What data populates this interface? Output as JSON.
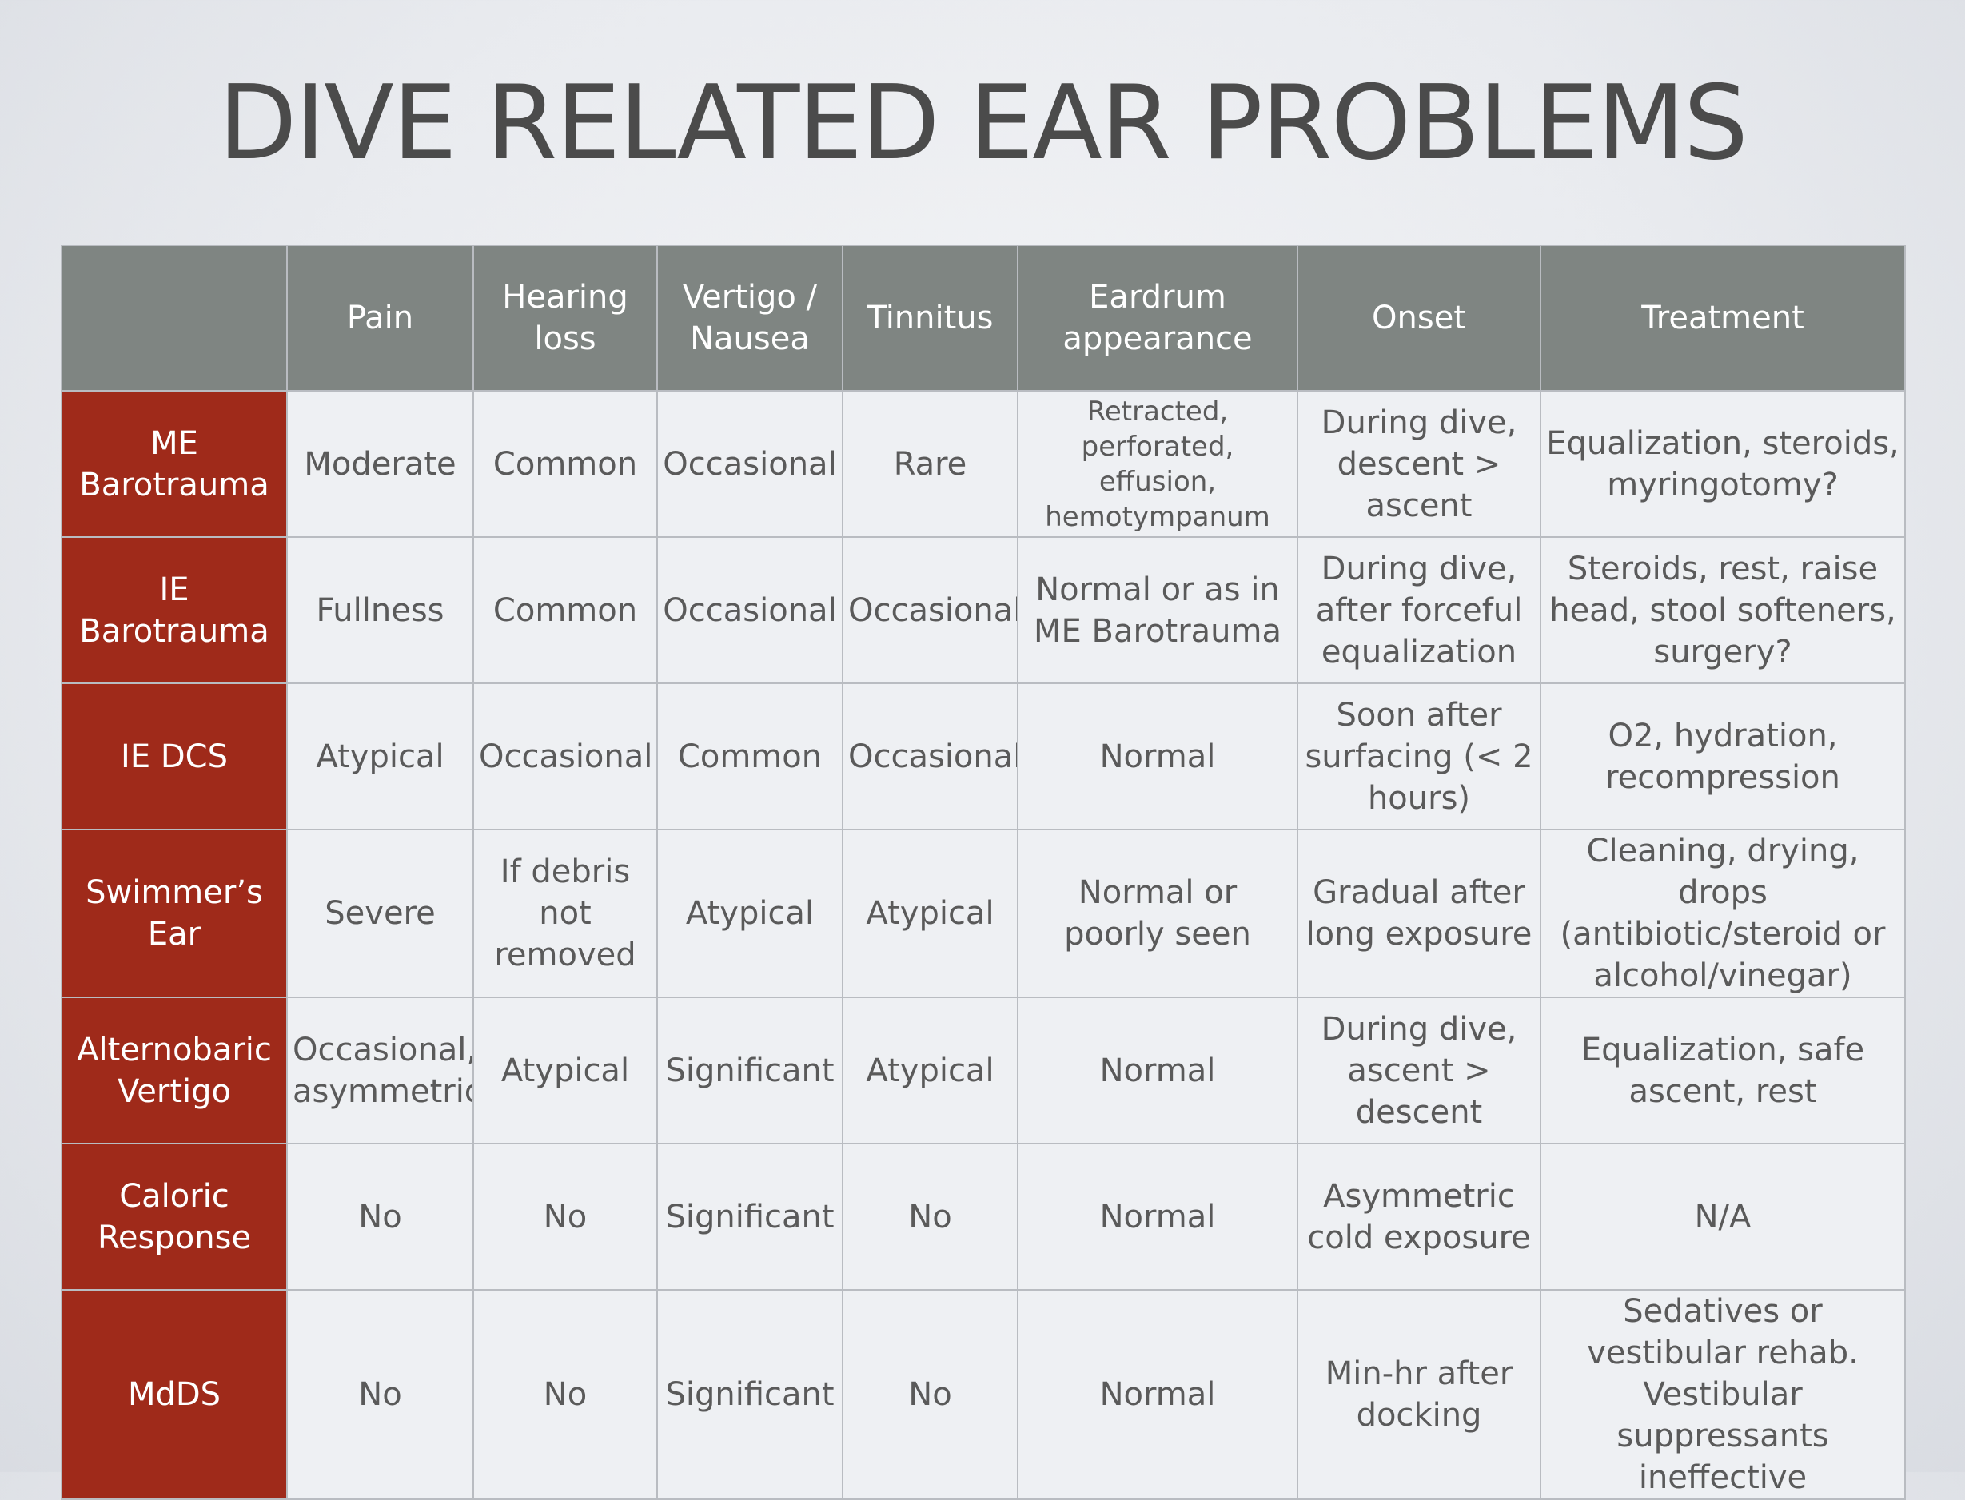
{
  "slide": {
    "title": "DIVE RELATED EAR PROBLEMS"
  },
  "table": {
    "corner": "",
    "columns": [
      "Pain",
      "Hearing loss",
      "Vertigo / Nausea",
      "Tinnitus",
      "Eardrum appearance",
      "Onset",
      "Treatment"
    ],
    "rows": [
      {
        "label": "ME Barotrauma",
        "cells": [
          "Moderate",
          "Common",
          "Occasional",
          "Rare",
          "Retracted, perforated, effusion, hemotympanum",
          "During dive, descent > ascent",
          "Equalization, steroids, myringotomy?"
        ]
      },
      {
        "label": "IE Barotrauma",
        "cells": [
          "Fullness",
          "Common",
          "Occasional",
          "Occasional",
          "Normal or as in ME Barotrauma",
          "During dive, after forceful equalization",
          "Steroids, rest, raise head, stool softeners, surgery?"
        ]
      },
      {
        "label": "IE DCS",
        "cells": [
          "Atypical",
          "Occasional",
          "Common",
          "Occasional",
          "Normal",
          "Soon after surfacing (< 2 hours)",
          "O2, hydration, recompression"
        ]
      },
      {
        "label": "Swimmer’s Ear",
        "cells": [
          "Severe",
          "If debris not removed",
          "Atypical",
          "Atypical",
          "Normal or poorly seen",
          "Gradual after long exposure",
          "Cleaning, drying, drops (antibiotic/steroid or alcohol/vinegar)"
        ]
      },
      {
        "label": "Alternobaric Vertigo",
        "cells": [
          "Occasional, asymmetric",
          "Atypical",
          "Significant",
          "Atypical",
          "Normal",
          "During dive, ascent > descent",
          "Equalization, safe ascent, rest"
        ]
      },
      {
        "label": "Caloric Response",
        "cells": [
          "No",
          "No",
          "Significant",
          "No",
          "Normal",
          "Asymmetric cold exposure",
          "N/A"
        ]
      },
      {
        "label": "MdDS",
        "cells": [
          "No",
          "No",
          "Significant",
          "No",
          "Normal",
          "Min-hr after docking",
          "Sedatives or vestibular rehab. Vestibular suppressants ineffective"
        ]
      }
    ]
  },
  "colors": {
    "header_bg": "#7f8582",
    "row_label_bg": "#9f2a1a",
    "cell_bg": "#eef0f3",
    "cell_text": "#5a5a5a",
    "title_text": "#4b4b4b"
  }
}
